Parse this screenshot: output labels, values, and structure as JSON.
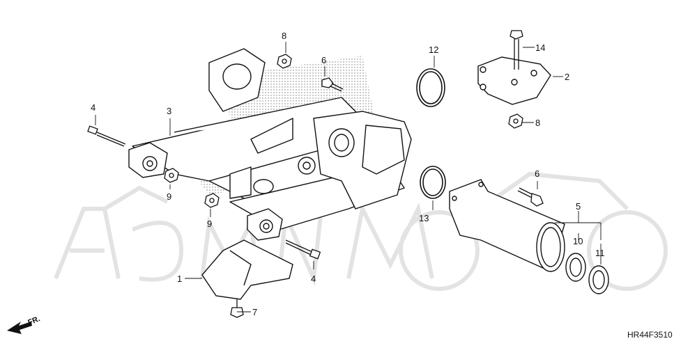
{
  "diagram": {
    "code": "HR44F3510",
    "front_marker": "FR.",
    "watermark_icon": "motorcycle-watermark-icon",
    "callouts": {
      "c1": "1",
      "c2": "2",
      "c3": "3",
      "c4a": "4",
      "c4b": "4",
      "c5": "5",
      "c6a": "6",
      "c6b": "6",
      "c7": "7",
      "c8a": "8",
      "c8b": "8",
      "c9a": "9",
      "c9b": "9",
      "c10": "10",
      "c11": "11",
      "c12": "12",
      "c13": "13",
      "c14": "14"
    }
  }
}
